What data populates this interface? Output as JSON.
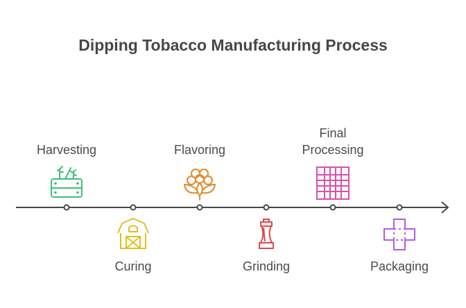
{
  "title": "Dipping Tobacco Manufacturing Process",
  "steps": [
    {
      "label": "Harvesting",
      "icon": "vegetable-crate-icon",
      "color": "#3dbf7a",
      "position": "above"
    },
    {
      "label": "Curing",
      "icon": "barn-icon",
      "color": "#e0c022",
      "position": "below"
    },
    {
      "label": "Flavoring",
      "icon": "cotton-flower-icon",
      "color": "#e08a2c",
      "position": "above"
    },
    {
      "label": "Grinding",
      "icon": "grinder-icon",
      "color": "#e04848",
      "position": "below"
    },
    {
      "label": "Final Processing",
      "label_lines": [
        "Final",
        "Processing"
      ],
      "icon": "grid-mesh-icon",
      "color": "#d94fae",
      "position": "above"
    },
    {
      "label": "Packaging",
      "icon": "cross-package-icon",
      "color": "#b35ae0",
      "position": "below"
    }
  ],
  "timeline": {
    "color": "#474747"
  }
}
